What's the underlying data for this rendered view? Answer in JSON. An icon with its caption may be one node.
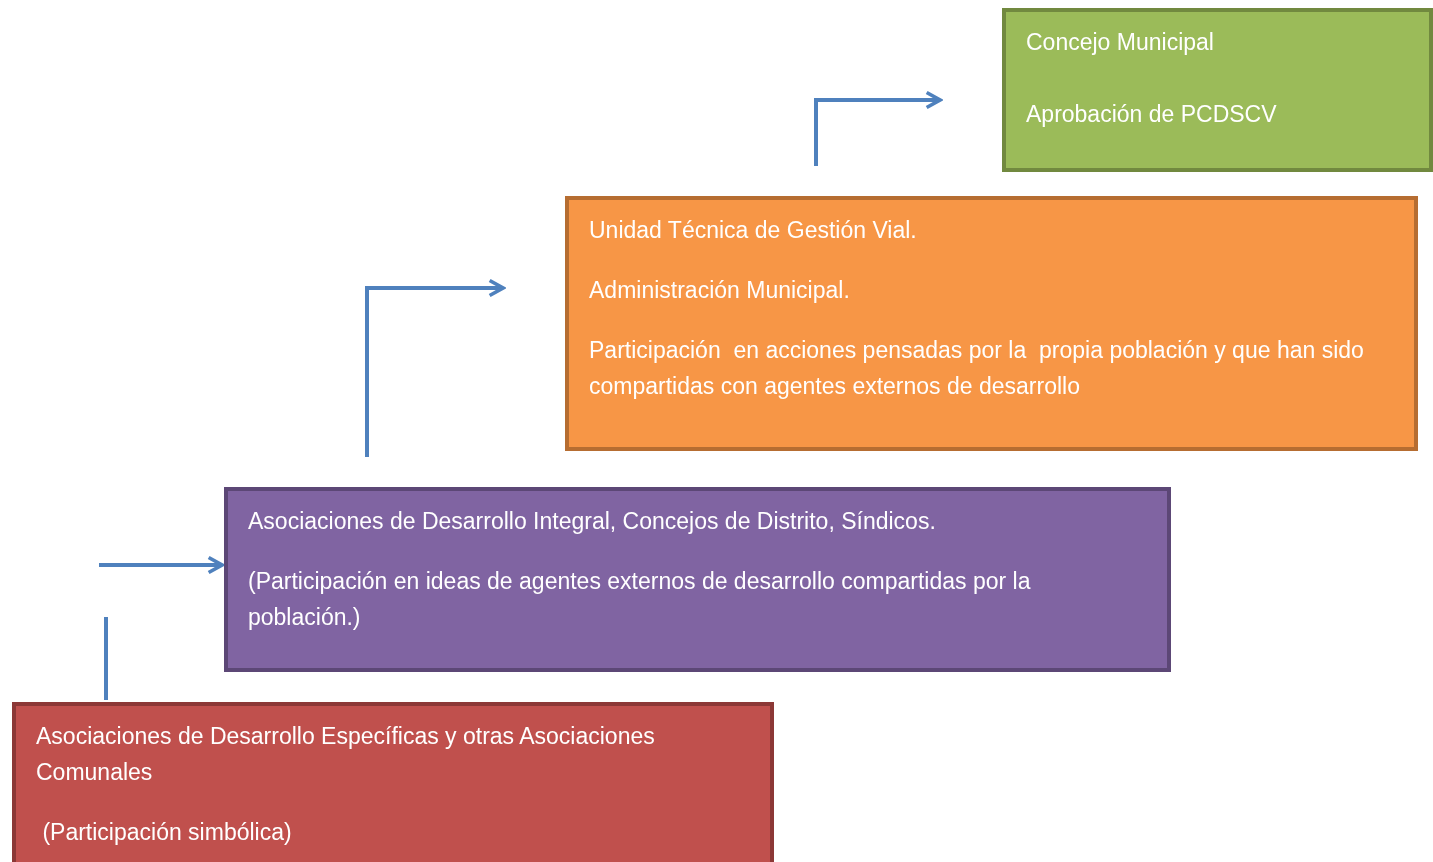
{
  "diagram": {
    "nodes": [
      {
        "text": [
          "Concejo Municipal",
          "Aprobación de PCDSCV"
        ]
      },
      {
        "text": [
          "Unidad Técnica de Gestión Vial.",
          "Administración Municipal.",
          "Participación  en acciones pensadas por la  propia población y que han sido compartidas con agentes externos de desarrollo"
        ]
      },
      {
        "text": [
          "Asociaciones de Desarrollo Integral, Concejos de Distrito, Síndicos.",
          "(Participación en ideas de agentes externos de desarrollo compartidas por la población.)"
        ]
      },
      {
        "text": [
          "Asociaciones de Desarrollo Específicas y otras Asociaciones Comunales",
          " (Participación simbólica)"
        ]
      }
    ],
    "edges": [
      {
        "from": 1,
        "to": 0,
        "arrow": "to"
      },
      {
        "from": 2,
        "to": 1,
        "arrow": "to"
      },
      {
        "from": null,
        "to": 2,
        "arrow": "to"
      },
      {
        "from": 3,
        "to": null,
        "arrow": "none"
      }
    ]
  }
}
